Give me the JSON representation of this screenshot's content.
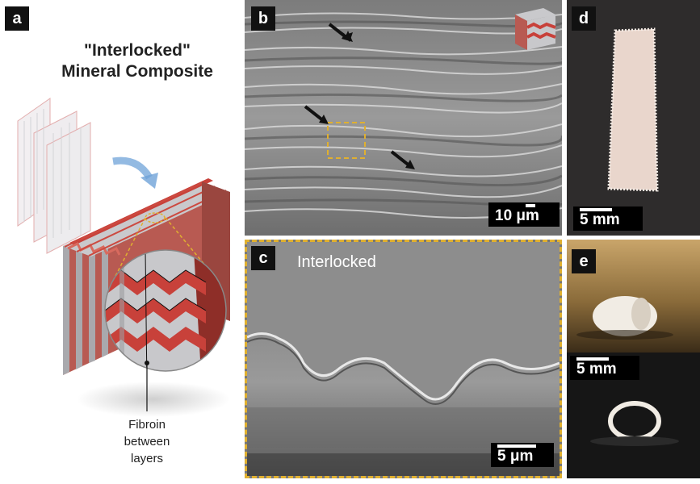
{
  "panels": {
    "a": {
      "label": "a",
      "title_line1": "\"Interlocked\"",
      "title_line2": "Mineral Composite",
      "note_line1": "Fibroin",
      "note_line2": "between",
      "note_line3": "layers",
      "colors": {
        "layer": "#b85a52",
        "zigzag_red": "#c8413a",
        "zigzag_gray": "#bdbdbd",
        "arrow": "#6fa3d8"
      }
    },
    "b": {
      "label": "b",
      "scale": "10 μm",
      "highlight_color": "#e0b030"
    },
    "c": {
      "label": "c",
      "overlay": "Interlocked",
      "scale": "5 μm",
      "frame_color": "#e0b030"
    },
    "d": {
      "label": "d",
      "scale": "5 mm"
    },
    "e": {
      "label": "e",
      "scale": "5 mm"
    }
  }
}
